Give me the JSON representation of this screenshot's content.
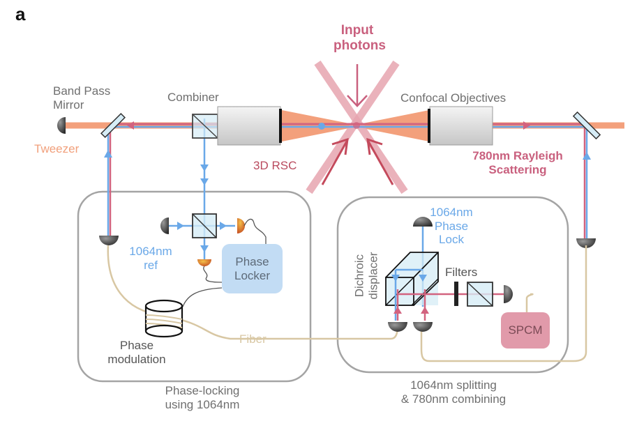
{
  "panel_label": "a",
  "labels": {
    "input_photons": [
      "Input",
      "photons"
    ],
    "band_pass_mirror": [
      "Band Pass",
      "Mirror"
    ],
    "combiner": "Combiner",
    "confocal_objectives": "Confocal Objectives",
    "tweezer": "Tweezer",
    "rsc": "3D RSC",
    "rayleigh": [
      "780nm Rayleigh",
      "Scattering"
    ],
    "ref": [
      "1064nm",
      "ref"
    ],
    "phase_locker": [
      "Phase",
      "Locker"
    ],
    "phase_modulation": [
      "Phase",
      "modulation"
    ],
    "fiber": "Fiber",
    "phase_locking_caption": [
      "Phase-locking",
      "using 1064nm"
    ],
    "phase_lock": [
      "1064nm",
      "Phase",
      "Lock"
    ],
    "dichroic_displacer": [
      "Dichroic",
      "displacer"
    ],
    "filters": "Filters",
    "spcm": "SPCM",
    "splitting_caption": [
      "1064nm splitting",
      "& 780nm combining"
    ]
  },
  "colors": {
    "tweezer_beam": "#f3a07c",
    "rayleigh_780": "#d2637f",
    "ref_1064": "#6aa8e8",
    "rsc_beams": "#e7a5b0",
    "fiber": "#d8c7a3",
    "box_outline": "#9a9a9a",
    "phase_locker_fill": "#c2dcf4",
    "spcm_fill": "#e19aaa"
  }
}
